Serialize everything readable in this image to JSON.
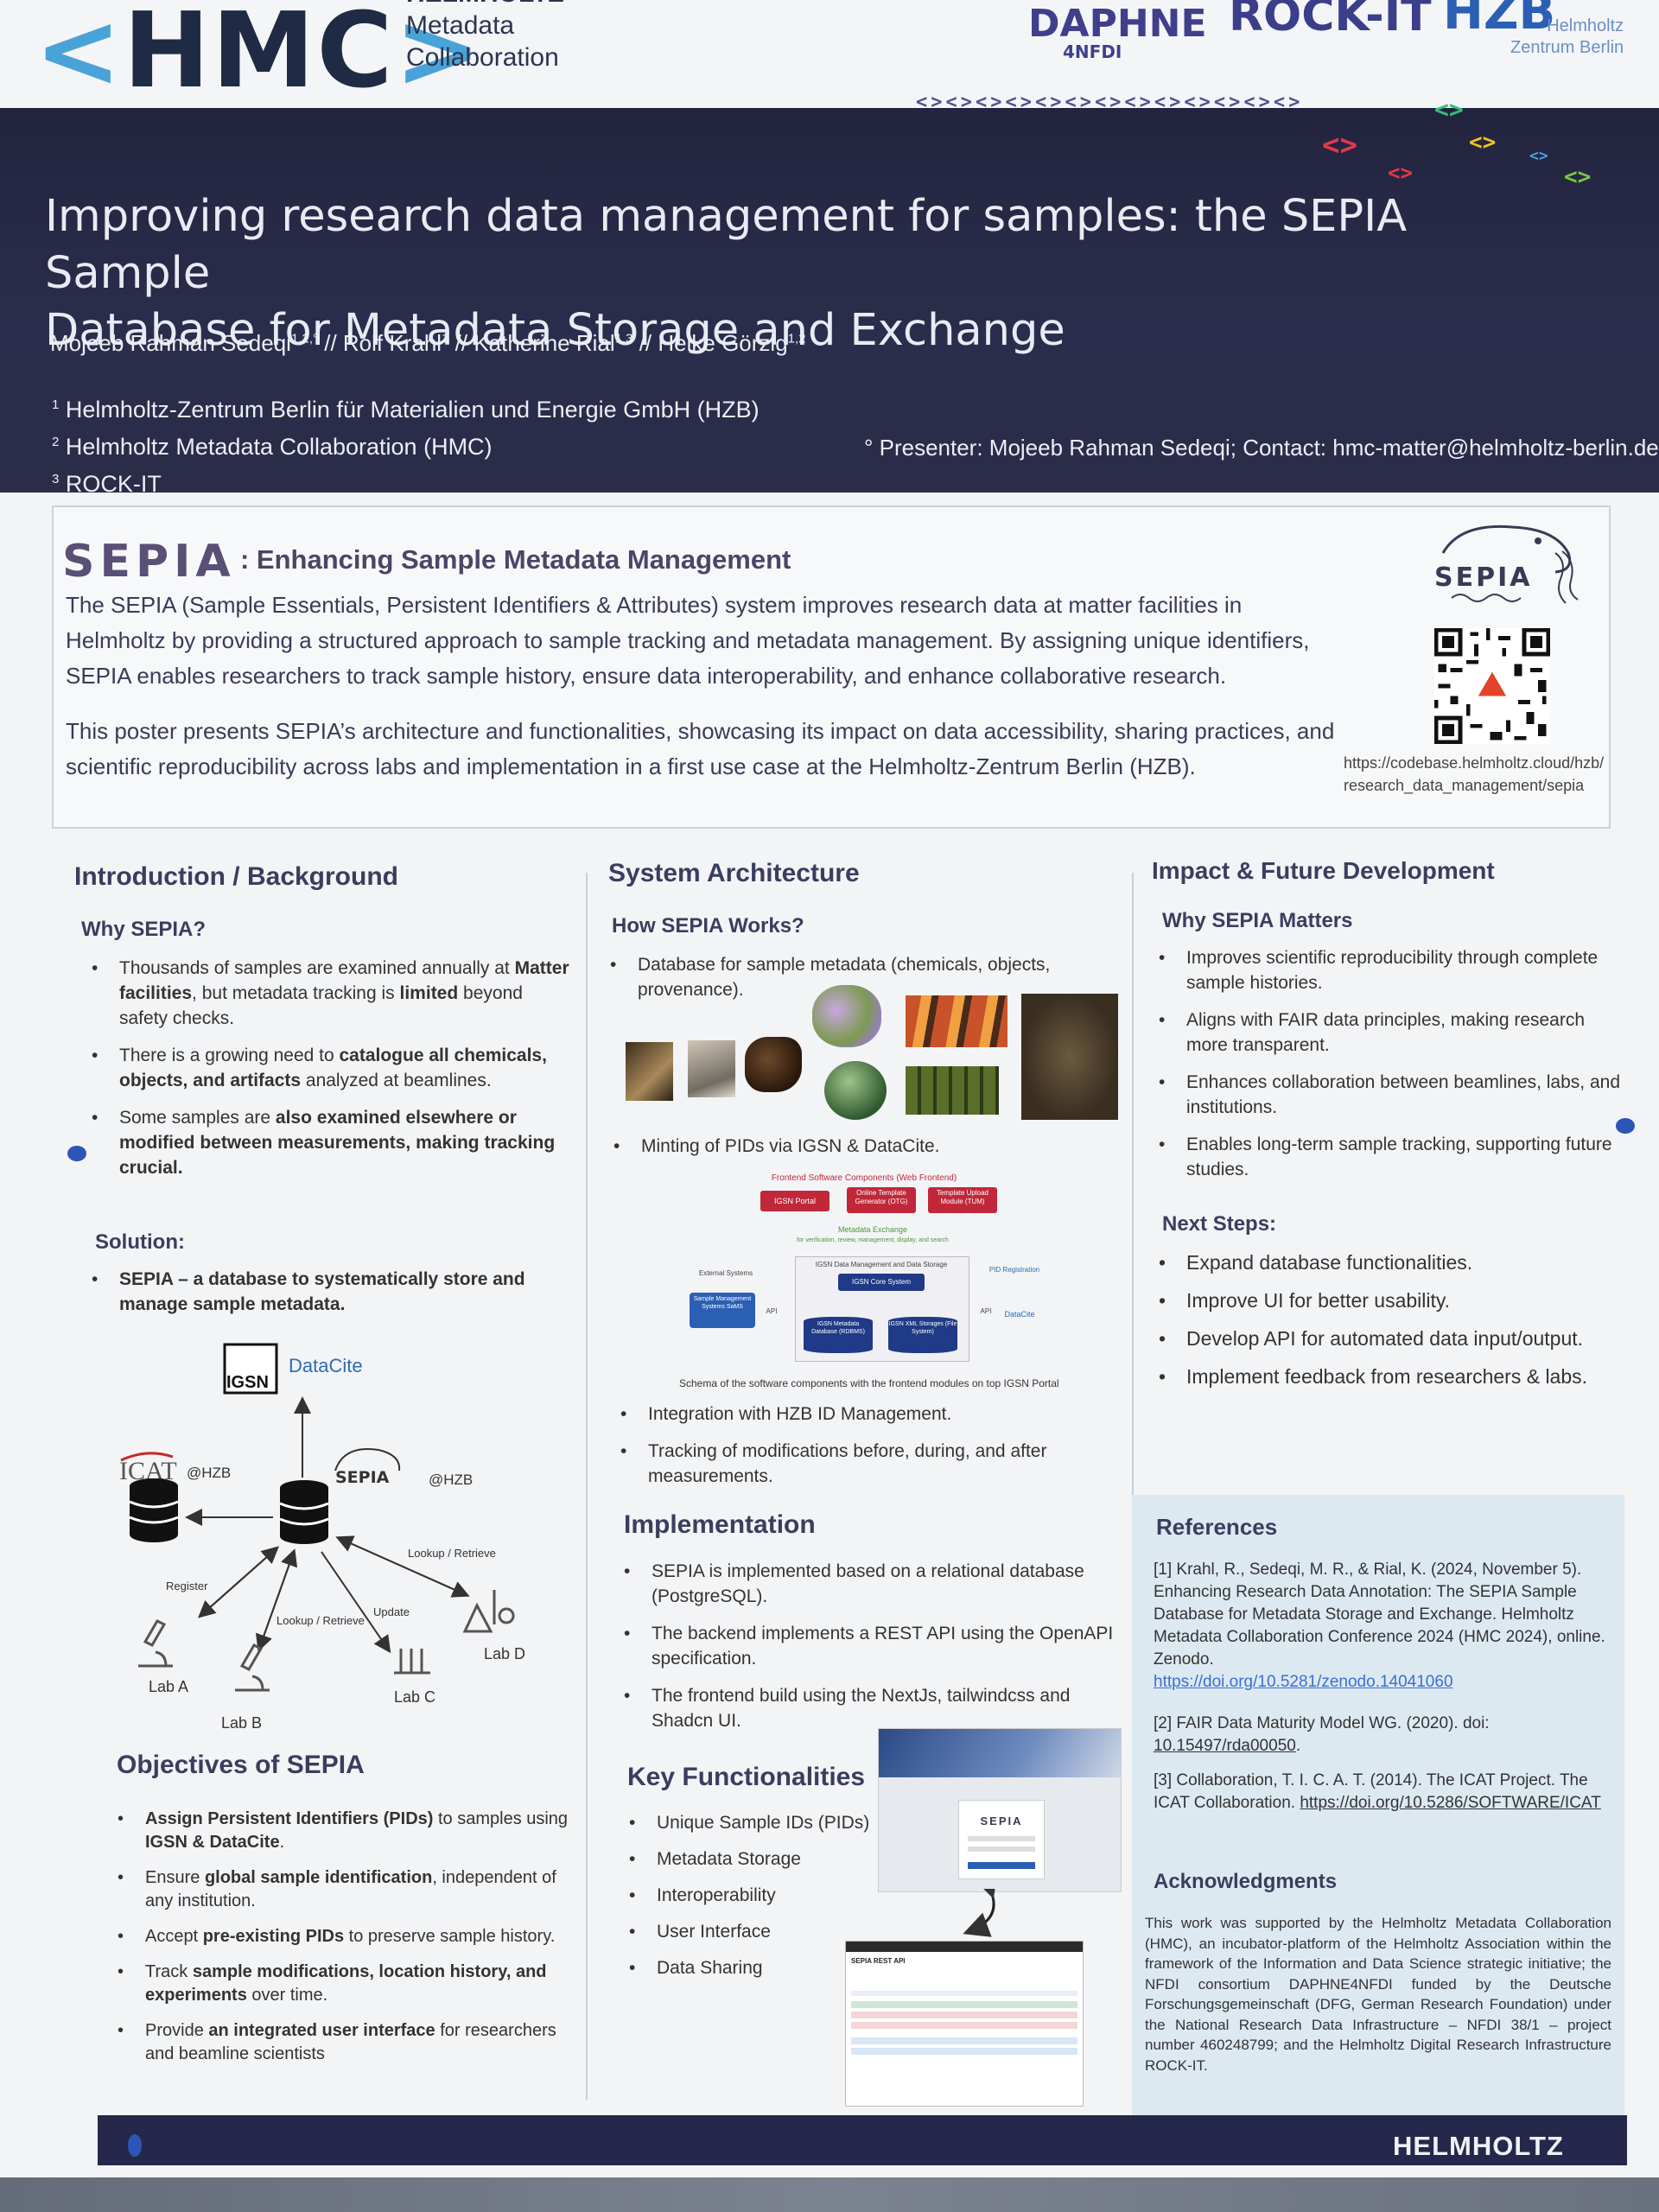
{
  "header": {
    "hmc_logo": "HMC",
    "hmc_sub": [
      "HELMHOLTZ",
      "Metadata",
      "Collaboration"
    ],
    "partner_daphne": "DAPHNE",
    "partner_daphne_sub": "4NFDI",
    "partner_rockit": "ROCK-IT",
    "partner_hzb": "HZB",
    "partner_hzb_sub": [
      "Helmholtz",
      "Zentrum Berlin"
    ]
  },
  "title": {
    "line1": "Improving research data management for samples: the SEPIA Sample",
    "line2": "Database for Metadata Storage and Exchange",
    "authors": [
      {
        "name": "Mojeeb Rahman Sedeqi",
        "sup": "1,2,°"
      },
      {
        "name": "Rolf Krahl",
        "sup": "1"
      },
      {
        "name": "Katherine Rial",
        "sup": "1,3"
      },
      {
        "name": "Heike Görzig",
        "sup": "1,2"
      }
    ],
    "author_sep": " // ",
    "affiliations": [
      {
        "num": "1",
        "text": "Helmholtz-Zentrum Berlin für Materialien und Energie GmbH (HZB)"
      },
      {
        "num": "2",
        "text": "Helmholtz Metadata Collaboration (HMC)"
      },
      {
        "num": "3",
        "text": "ROCK-IT"
      }
    ],
    "presenter": "° Presenter: Mojeeb Rahman Sedeqi; Contact: hmc-matter@helmholtz-berlin.de"
  },
  "intro": {
    "sepia": "SEPIA",
    "heading": ": Enhancing Sample Metadata Management",
    "p1_lines": [
      "The SEPIA (Sample Essentials, Persistent Identifiers & Attributes) system improves research data at matter facilities in",
      "Helmholtz  by providing a structured approach to sample tracking and metadata management. By assigning unique identifiers,",
      "SEPIA enables researchers to track sample history, ensure data interoperability, and enhance collaborative research."
    ],
    "p2_lines": [
      "This poster presents SEPIA’s architecture and functionalities, showcasing its impact on data accessibility, sharing practices, and",
      "scientific reproducibility across labs and implementation in a first use case at the Helmholtz-Zentrum Berlin (HZB)."
    ],
    "logo_text": "SEPIA",
    "url_lines": [
      "https://codebase.helmholtz.cloud/hzb/",
      "research_data_management/sepia"
    ]
  },
  "col1": {
    "heading": "Introduction / Background",
    "why_heading": "Why SEPIA?",
    "why_items": [
      [
        {
          "t": "Thousands of samples are examined annually at "
        },
        {
          "t": "Matter facilities",
          "b": true
        },
        {
          "t": ", but metadata tracking is "
        },
        {
          "t": "limited",
          "b": true
        },
        {
          "t": " beyond safety checks."
        }
      ],
      [
        {
          "t": "There is a growing need to "
        },
        {
          "t": "catalogue all chemicals, objects, and artifacts",
          "b": true
        },
        {
          "t": " analyzed at beamlines."
        }
      ],
      [
        {
          "t": "Some samples are "
        },
        {
          "t": "also examined elsewhere or modified between measurements, making tracking crucial.",
          "b": true
        }
      ]
    ],
    "solution_heading": "Solution:",
    "solution_items": [
      [
        {
          "t": "SEPIA – a database to systematically store and manage sample metadata.",
          "b": true
        }
      ]
    ],
    "diagram": {
      "igsn": "IGSN",
      "datacite": "DataCite",
      "icat": "ICAT",
      "at_hzb": "@HZB",
      "sepia": "SEPIA",
      "register": "Register",
      "lookup_retrieve": "Lookup / Retrieve",
      "update": "Update",
      "lab_a": "Lab A",
      "lab_b": "Lab B",
      "lab_c": "Lab C",
      "lab_d": "Lab D"
    },
    "objectives_heading": "Objectives of SEPIA",
    "objectives": [
      [
        {
          "t": "Assign Persistent Identifiers (PIDs)",
          "b": true
        },
        {
          "t": " to samples using "
        },
        {
          "t": "IGSN & DataCite",
          "b": true
        },
        {
          "t": "."
        }
      ],
      [
        {
          "t": "Ensure "
        },
        {
          "t": "global sample identification",
          "b": true
        },
        {
          "t": ", independent of any institution."
        }
      ],
      [
        {
          "t": "Accept "
        },
        {
          "t": "pre-existing PIDs",
          "b": true
        },
        {
          "t": " to preserve sample history."
        }
      ],
      [
        {
          "t": "Track "
        },
        {
          "t": "sample modifications, location history, and experiments",
          "b": true
        },
        {
          "t": " over time."
        }
      ],
      [
        {
          "t": "Provide "
        },
        {
          "t": "an integrated user interface",
          "b": true
        },
        {
          "t": " for researchers and beamline scientists"
        }
      ]
    ]
  },
  "col2": {
    "heading": "System Architecture",
    "how_heading": "How SEPIA Works?",
    "items_a": [
      [
        {
          "t": "Database for sample metadata (chemicals, objects, provenance)."
        }
      ]
    ],
    "items_b": [
      [
        {
          "t": "Minting of PIDs via IGSN & DataCite."
        }
      ]
    ],
    "schema": {
      "frontend_title": "Frontend Software Components (Web Frontend)",
      "igsn_portal": "IGSN Portal",
      "otg": "Online Template Generator (OTG)",
      "tum": "Template Upload Module (TUM)",
      "metadata_exchange": "Metadata Exchange",
      "metadata_exchange_sub": "for verification, review, management, display, and search",
      "external": "External Systems",
      "sams": "Sample Management Systems SaMS",
      "api": "API",
      "core_title": "IGSN Data Management and Data Storage",
      "core": "IGSN Core System",
      "db1": "IGSN Metadata Database (RDBMS)",
      "db2": "IGSN XML Storages (File System)",
      "pid_reg": "PID Registration",
      "datacite": "DataCite",
      "caption": "Schema of the software components with the frontend modules on top IGSN Portal"
    },
    "items_c": [
      [
        {
          "t": "Integration with HZB ID Management."
        }
      ],
      [
        {
          "t": "Tracking of modifications before, during, and after measurements."
        }
      ]
    ],
    "impl_heading": "Implementation",
    "impl_items": [
      [
        {
          "t": "SEPIA is implemented based on a relational database (PostgreSQL)."
        }
      ],
      [
        {
          "t": "The backend implements a REST API using the OpenAPI specification."
        }
      ],
      [
        {
          "t": "The frontend build using the NextJs, tailwindcss and Shadcn UI."
        }
      ]
    ],
    "key_heading": "Key Functionalities",
    "key_items": [
      [
        {
          "t": "Unique Sample IDs (PIDs)"
        }
      ],
      [
        {
          "t": "Metadata Storage"
        }
      ],
      [
        {
          "t": "Interoperability"
        }
      ],
      [
        {
          "t": "User Interface"
        }
      ],
      [
        {
          "t": "Data Sharing"
        }
      ]
    ],
    "screens": {
      "login": "SEPIA",
      "api_title": "SEPIA REST API"
    }
  },
  "col3": {
    "heading": "Impact & Future Development",
    "why_heading": "Why SEPIA Matters",
    "why_items": [
      [
        {
          "t": "Improves scientific reproducibility through complete sample histories."
        }
      ],
      [
        {
          "t": "Aligns with FAIR data principles, making research more transparent."
        }
      ],
      [
        {
          "t": "Enhances collaboration between beamlines, labs, and institutions."
        }
      ],
      [
        {
          "t": "Enables long-term sample tracking, supporting future studies."
        }
      ]
    ],
    "next_heading": "Next Steps:",
    "next_items": [
      [
        {
          "t": "Expand database functionalities."
        }
      ],
      [
        {
          "t": "Improve UI for better usability."
        }
      ],
      [
        {
          "t": "Develop API for automated data input/output."
        }
      ],
      [
        {
          "t": "Implement feedback from researchers & labs."
        }
      ]
    ],
    "refs_heading": "References",
    "ref1": "[1] Krahl, R., Sedeqi, M. R., & Rial, K. (2024, November 5). Enhancing Research Data Annotation: The SEPIA Sample Database for Metadata Storage and Exchange. Helmholtz Metadata Collaboration Conference 2024 (HMC 2024), online. Zenodo.",
    "ref1_link": "https://doi.org/10.5281/zenodo.14041060",
    "ref2": "[2] FAIR Data Maturity Model WG. (2020). doi:",
    "ref2_link": "10.15497/rda00050",
    "ref2_end": ".",
    "ref3": "[3] Collaboration, T. I. C. A. T. (2014). The ICAT Project. The ICAT Collaboration.",
    "ref3_link": "https://doi.org/10.5286/SOFTWARE/ICAT",
    "ack_heading": "Acknowledgments",
    "ack_text": "This work was supported by the Helmholtz Metadata Collaboration (HMC), an incubator-platform of the Helmholtz Association within the framework of the Information and Data Science strategic initiative; the NFDI consortium DAPHNE4NFDI funded by the Deutsche Forschungsgemeinschaft (DFG, German Research Foundation) under the National Research Data Infrastructure – NFDI 38/1 – project number 460248799; and the Helmholtz Digital Research Infrastructure ROCK-IT."
  },
  "footer": {
    "logo": "HELMHOLTZ"
  },
  "colors": {
    "title_band": "#2b2d4c",
    "accent_blue": "#4aa3d8",
    "ref_box": "#dde9f1",
    "heading": "#3a3e5e"
  }
}
